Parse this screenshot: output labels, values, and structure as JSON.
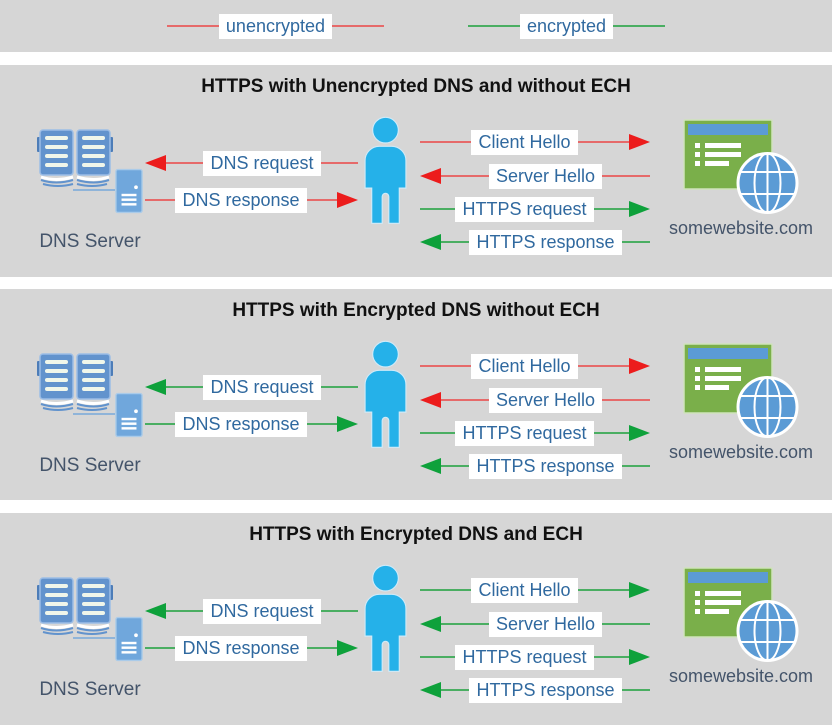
{
  "colors": {
    "page_bg": "#ffffff",
    "panel_bg": "#d6d6d6",
    "title_text": "#111111",
    "arrow_label_text": "#30699f",
    "arrow_label_bg": "#ffffff",
    "caption_text": "#44546a",
    "unencrypted_line": "#e66a6a",
    "unencrypted_head": "#ec1c1c",
    "encrypted_line": "#4aae62",
    "encrypted_head": "#0ea13b",
    "person_blue": "#25b1e9",
    "book_blue": "#6293cd",
    "server_blue": "#70a7dc",
    "website_green": "#7aaf4a",
    "website_titlebar": "#5b9bd5",
    "globe_blue": "#5b9bd5"
  },
  "legend": {
    "items": [
      {
        "label": "unencrypted",
        "encrypted": false
      },
      {
        "label": "encrypted",
        "encrypted": true
      }
    ]
  },
  "panels": [
    {
      "title": "HTTPS with Unencrypted DNS and without ECH",
      "dns_server_label": "DNS Server",
      "website_label": "somewebsite.com",
      "dns_arrows": [
        {
          "label": "DNS request",
          "direction": "left",
          "encrypted": false
        },
        {
          "label": "DNS response",
          "direction": "right",
          "encrypted": false
        }
      ],
      "https_arrows": [
        {
          "label": "Client Hello",
          "direction": "right",
          "encrypted": false
        },
        {
          "label": "Server Hello",
          "direction": "left",
          "encrypted": false
        },
        {
          "label": "HTTPS request",
          "direction": "right",
          "encrypted": true
        },
        {
          "label": "HTTPS response",
          "direction": "left",
          "encrypted": true
        }
      ]
    },
    {
      "title": "HTTPS with Encrypted DNS without ECH",
      "dns_server_label": "DNS Server",
      "website_label": "somewebsite.com",
      "dns_arrows": [
        {
          "label": "DNS request",
          "direction": "left",
          "encrypted": true
        },
        {
          "label": "DNS response",
          "direction": "right",
          "encrypted": true
        }
      ],
      "https_arrows": [
        {
          "label": "Client Hello",
          "direction": "right",
          "encrypted": false
        },
        {
          "label": "Server Hello",
          "direction": "left",
          "encrypted": false
        },
        {
          "label": "HTTPS request",
          "direction": "right",
          "encrypted": true
        },
        {
          "label": "HTTPS response",
          "direction": "left",
          "encrypted": true
        }
      ]
    },
    {
      "title": "HTTPS with Encrypted DNS and ECH",
      "dns_server_label": "DNS Server",
      "website_label": "somewebsite.com",
      "dns_arrows": [
        {
          "label": "DNS request",
          "direction": "left",
          "encrypted": true
        },
        {
          "label": "DNS response",
          "direction": "right",
          "encrypted": true
        }
      ],
      "https_arrows": [
        {
          "label": "Client Hello",
          "direction": "right",
          "encrypted": true
        },
        {
          "label": "Server Hello",
          "direction": "left",
          "encrypted": true
        },
        {
          "label": "HTTPS request",
          "direction": "right",
          "encrypted": true
        },
        {
          "label": "HTTPS response",
          "direction": "left",
          "encrypted": true
        }
      ]
    }
  ]
}
